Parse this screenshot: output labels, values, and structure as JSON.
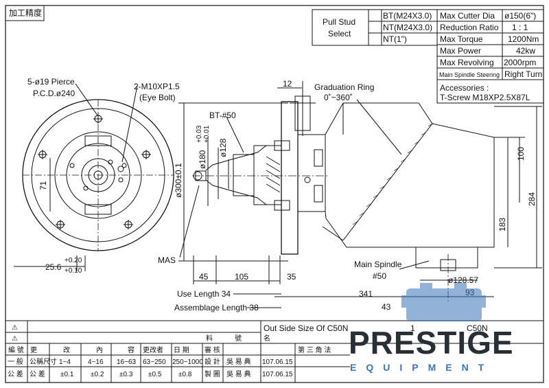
{
  "header": {
    "label": "加工精度"
  },
  "pull_stud": {
    "title_line1": "Pull Stud",
    "title_line2": "Select",
    "options": [
      "BT(M24X3.0)",
      "NT(M24X3.0)",
      "NT(1\")"
    ]
  },
  "specs": [
    {
      "label": "Max Cutter Dia",
      "value": "ø150(6\")"
    },
    {
      "label": "Reduction Ratio",
      "value": "1 : 1"
    },
    {
      "label": "Max Torque",
      "value": "1200Nm"
    },
    {
      "label": "Max Power",
      "value": "42kw"
    },
    {
      "label": "Max Revolving",
      "value": "2000rpm"
    },
    {
      "label": "Main Spindle Steering",
      "value": "Right Turn"
    }
  ],
  "accessories": {
    "title": "Accessories :",
    "item": "T-Screw M18XP2.5X87L"
  },
  "labels": {
    "pierce": "5-ø19 Pierce",
    "pcd": "P.C.D.ø240",
    "eyebolt_spec": "2-M10XP1.5",
    "eyebolt": "(Eye Bolt)",
    "dim_71": "71",
    "tol_upper": "+0.20",
    "dim_25_6": "25.6",
    "tol_lower": "+0.10",
    "dim_12": "12",
    "graduation_ring": "Graduation Ring",
    "graduation_range": "0˚~360˚",
    "bt50": "BT-#50",
    "dia_300": "ø300±0.1",
    "dia_180": "ø180",
    "dia_180_tol_upper": "+0.03",
    "dia_180_tol_lower": "+0.01",
    "dia_128": "ø128",
    "mas": "MAS",
    "dim_45": "45",
    "dim_105": "105",
    "dim_35": "35",
    "use_length": "Use Length 34",
    "assemblage_length": "Assemblage Length 38",
    "main_spindle": "Main Spindle",
    "main_spindle_size": "#50",
    "dia_128_57": "ø128.57",
    "dim_341": "341",
    "dim_93": "93",
    "dim_43x": "43",
    "dim_100": "100",
    "dim_284": "284",
    "dim_183": "183"
  },
  "title_block": {
    "rev_mark": "⚠",
    "outside_size": "Out Side Size Of C50N",
    "sheet_no": "1",
    "model": "C50N",
    "material": "料",
    "number": "號",
    "name": "名",
    "projection": "第 三 角 法",
    "header": [
      "編 號",
      "更",
      "改",
      "內",
      "容",
      "更改者",
      "日 期",
      "審 核"
    ],
    "rows": [
      [
        "一 般",
        "公稱尺寸",
        "1~4",
        "4~16",
        "16~63",
        "63~250",
        "250~1000",
        "設 計",
        "吳 易 典",
        "107.06.15"
      ],
      [
        "公 差",
        "公 差",
        "±0.1",
        "±0.2",
        "±0.3",
        "±0.5",
        "±0.8",
        "製 圖",
        "吳 易 典",
        "107.06.15"
      ]
    ]
  },
  "watermark": {
    "brand": "PRESTIGE",
    "sub": "EQUIPMENT"
  }
}
